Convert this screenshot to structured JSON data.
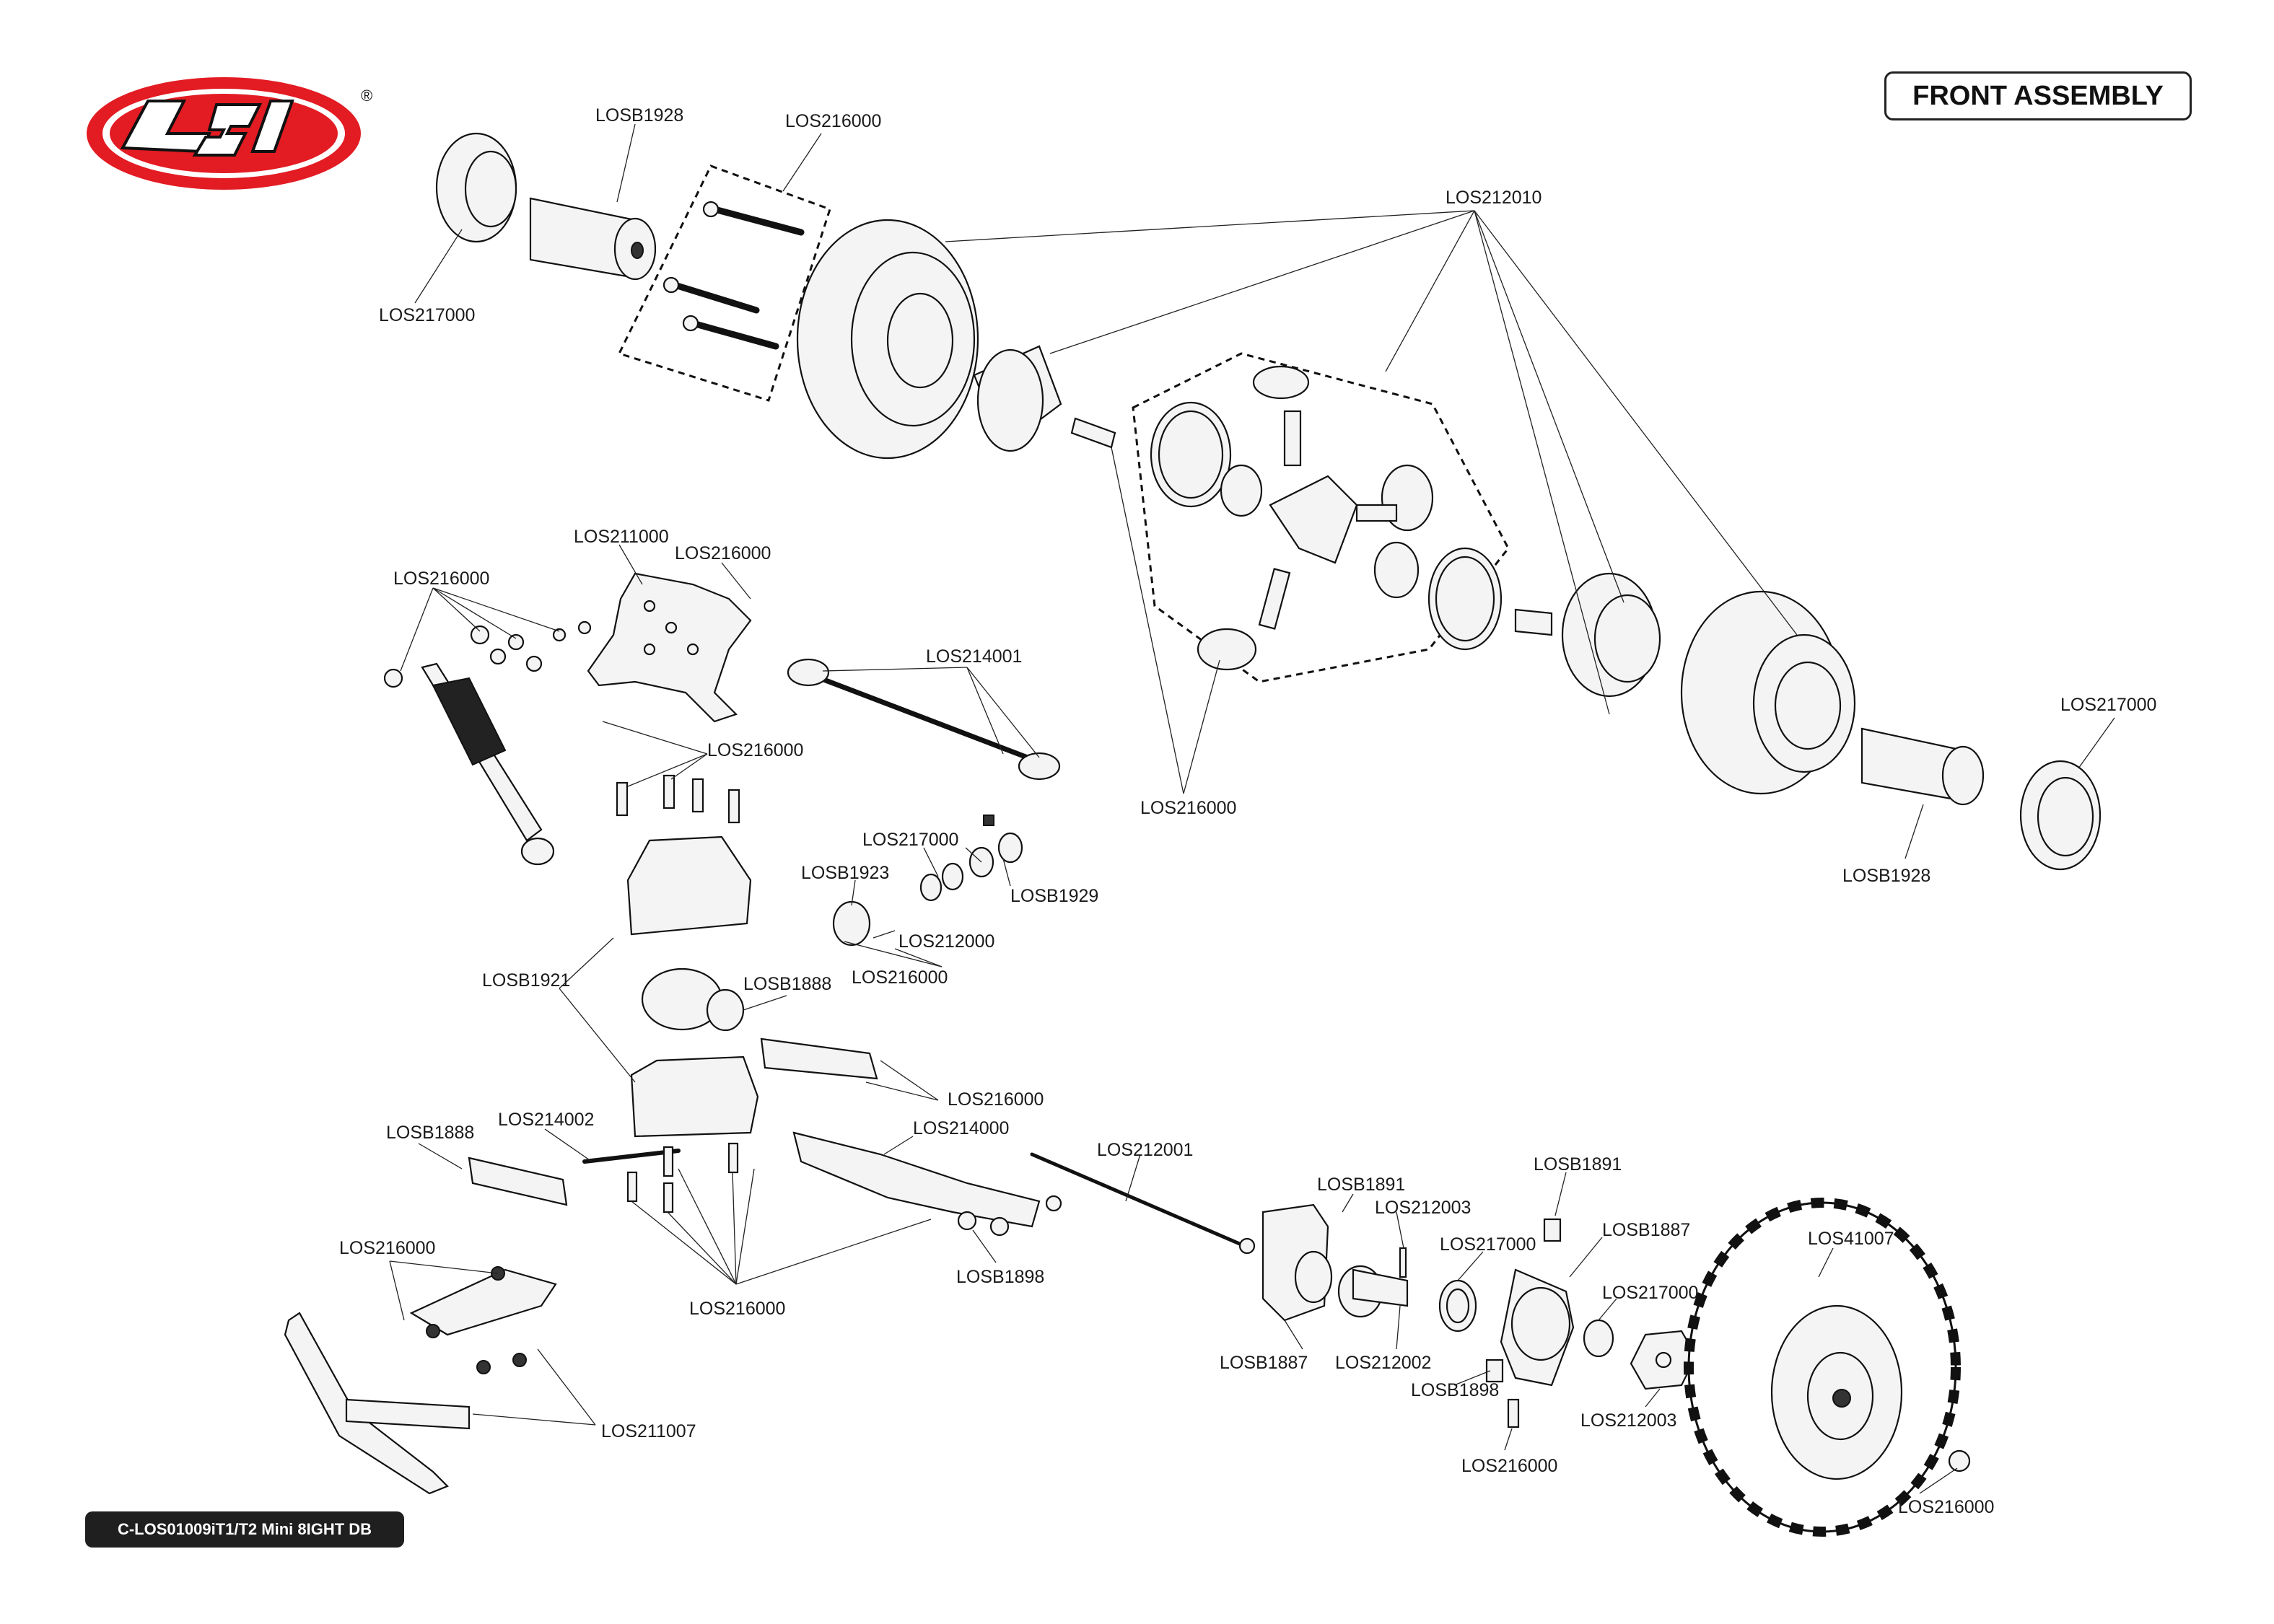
{
  "header": {
    "brand": "LOSI",
    "registered": "®",
    "title": "FRONT ASSEMBLY"
  },
  "footer": {
    "model_code": "C-LOS01009iT1/T2 Mini 8IGHT DB"
  },
  "callouts": [
    {
      "id": "c01",
      "text": "LOSB1928"
    },
    {
      "id": "c02",
      "text": "LOS216000"
    },
    {
      "id": "c03",
      "text": "LOS217000"
    },
    {
      "id": "c04",
      "text": "LOS212010"
    },
    {
      "id": "c05",
      "text": "LOS211000"
    },
    {
      "id": "c06",
      "text": "LOS216000"
    },
    {
      "id": "c07",
      "text": "LOS216000"
    },
    {
      "id": "c08",
      "text": "LOS214001"
    },
    {
      "id": "c09",
      "text": "LOS216000"
    },
    {
      "id": "c10",
      "text": "LOS216000"
    },
    {
      "id": "c11",
      "text": "LOS217000"
    },
    {
      "id": "c12",
      "text": "LOSB1928"
    },
    {
      "id": "c13",
      "text": "LOS217000"
    },
    {
      "id": "c14",
      "text": "LOSB1923"
    },
    {
      "id": "c15",
      "text": "LOSB1929"
    },
    {
      "id": "c16",
      "text": "LOS212000"
    },
    {
      "id": "c17",
      "text": "LOS216000"
    },
    {
      "id": "c18",
      "text": "LOSB1921"
    },
    {
      "id": "c19",
      "text": "LOSB1888"
    },
    {
      "id": "c20",
      "text": "LOS216000"
    },
    {
      "id": "c21",
      "text": "LOS214002"
    },
    {
      "id": "c22",
      "text": "LOSB1888"
    },
    {
      "id": "c23",
      "text": "LOS214000"
    },
    {
      "id": "c24",
      "text": "LOS212001"
    },
    {
      "id": "c25",
      "text": "LOSB1891"
    },
    {
      "id": "c26",
      "text": "LOS212003"
    },
    {
      "id": "c27",
      "text": "LOSB1891"
    },
    {
      "id": "c28",
      "text": "LOS217000"
    },
    {
      "id": "c29",
      "text": "LOSB1887"
    },
    {
      "id": "c30",
      "text": "LOS41007"
    },
    {
      "id": "c31",
      "text": "LOSB1898"
    },
    {
      "id": "c32",
      "text": "LOS216000"
    },
    {
      "id": "c33",
      "text": "LOS216000"
    },
    {
      "id": "c34",
      "text": "LOSB1887"
    },
    {
      "id": "c35",
      "text": "LOS212002"
    },
    {
      "id": "c36",
      "text": "LOS217000"
    },
    {
      "id": "c37",
      "text": "LOSB1898"
    },
    {
      "id": "c38",
      "text": "LOS212003"
    },
    {
      "id": "c39",
      "text": "LOS216000"
    },
    {
      "id": "c40",
      "text": "LOS216000"
    },
    {
      "id": "c41",
      "text": "LOS211007"
    }
  ]
}
